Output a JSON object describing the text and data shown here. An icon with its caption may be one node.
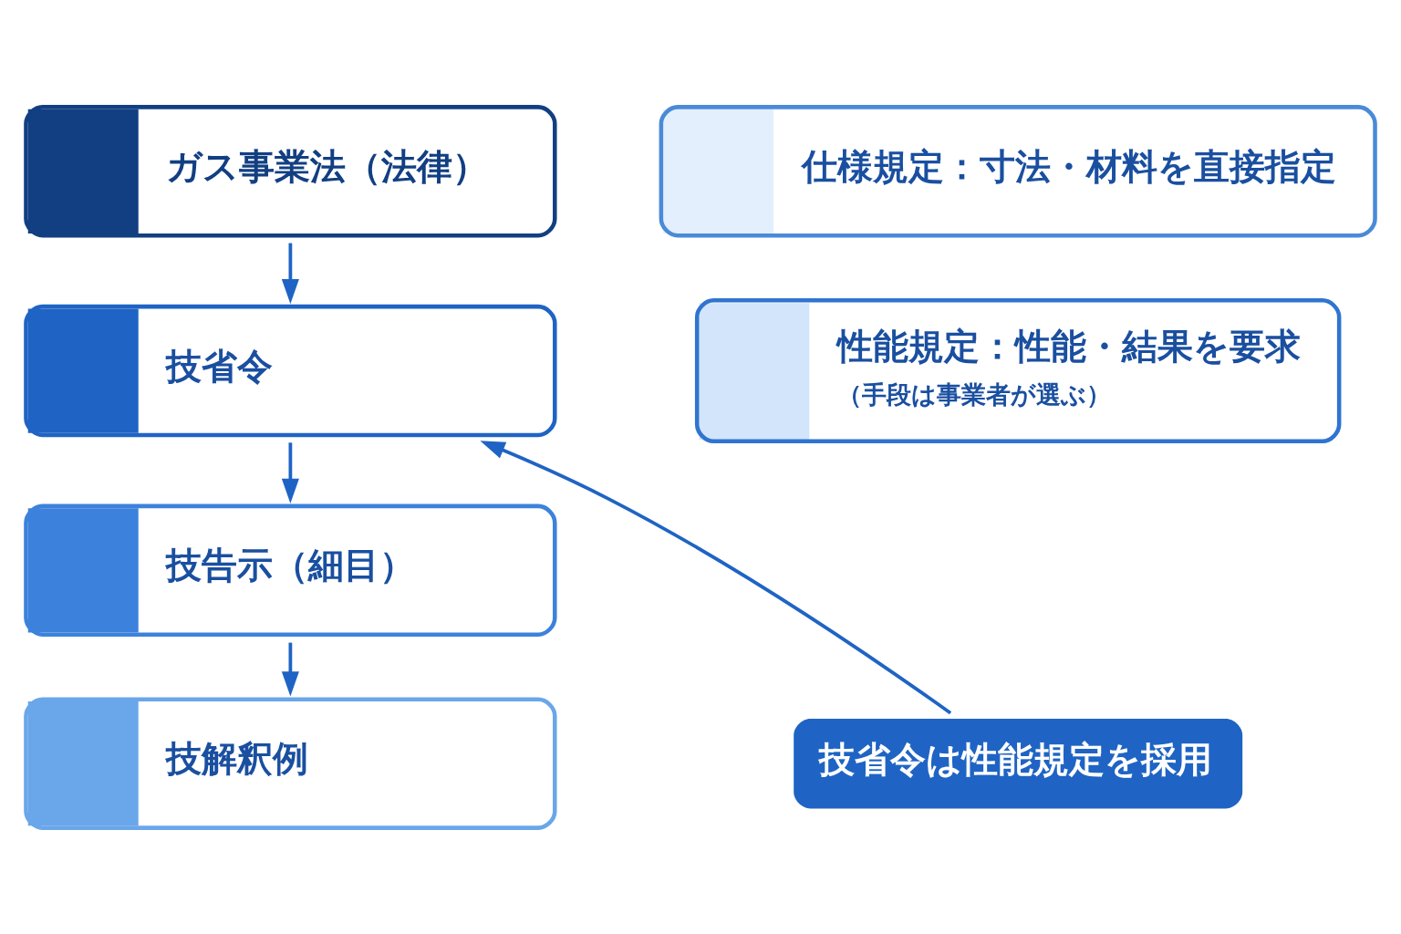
{
  "diagram": {
    "nodes": [
      {
        "text": [
          "ガス事業法（法律）"
        ]
      },
      {
        "text": [
          "技省令"
        ]
      },
      {
        "text": [
          "技告示（細目）"
        ]
      },
      {
        "text": [
          "技解釈例"
        ]
      },
      {
        "text": [
          "仕様規定：寸法・材料を直接指定"
        ]
      },
      {
        "text": [
          "性能規定：性能・結果を要求",
          "（手段は事業者が選ぶ）"
        ]
      },
      {
        "text": [
          "技省令は性能規定を採用"
        ]
      }
    ],
    "edges": [
      {
        "from": 0,
        "to": 1,
        "arrow": "to"
      },
      {
        "from": 1,
        "to": 2,
        "arrow": "to"
      },
      {
        "from": 2,
        "to": 3,
        "arrow": "to"
      },
      {
        "from": 6,
        "to": 1,
        "arrow": "to"
      }
    ]
  }
}
